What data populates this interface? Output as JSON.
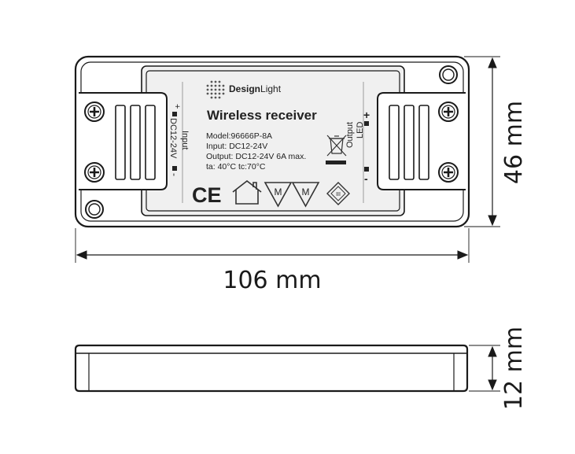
{
  "brand": {
    "name": "DesignLight",
    "bold": "Design",
    "light": "Light"
  },
  "label": {
    "title": "Wireless receiver",
    "model": "Model:96666P-8A",
    "input": "Input: DC12-24V",
    "output": "Output: DC12-24V 6A max.",
    "temps": "ta: 40°C  tc:70°C"
  },
  "input_side": {
    "name": "Input",
    "voltage": "DC12-24V",
    "plus": "+",
    "minus": "-"
  },
  "output_side": {
    "name": "Output",
    "sub": "LED",
    "plus": "+",
    "minus": "-"
  },
  "symbols": {
    "ce": "CE",
    "m": "M",
    "class3": "III"
  },
  "dimensions": {
    "width": "106 mm",
    "height": "46 mm",
    "depth": "12 mm"
  },
  "colors": {
    "line": "#1a1a1a",
    "body": "#ffffff",
    "label": "#f0f0f0"
  }
}
